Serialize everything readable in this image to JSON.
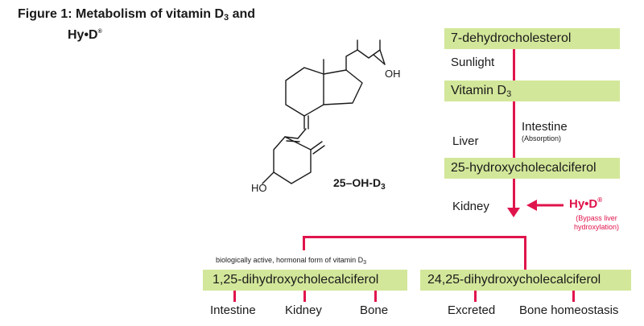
{
  "figure": {
    "title_line1": "Figure 1: Metabolism of vitamin D",
    "title_sub": "3",
    "title_and": " and",
    "title_line2": "Hy•D",
    "title_reg": "®"
  },
  "molecule": {
    "name": "25–OH-D",
    "name_sub": "3",
    "oh_label": "OH",
    "ho_label": "HO"
  },
  "pathway": {
    "box1": "7-dehydrocholesterol",
    "step1": "Sunlight",
    "box2": "Vitamin D",
    "box2_sub": "3",
    "step2_left": "Liver",
    "step2_right": "Intestine",
    "step2_right_note": "(Absorption)",
    "box3": "25-hydroxycholecalciferol",
    "step3": "Kidney",
    "hyd_name": "Hy•D",
    "hyd_reg": "®",
    "hyd_note": "(Bypass liver hydroxylation)"
  },
  "outputs": {
    "active_note": "biologically active, hormonal form of vitamin D",
    "active_note_sub": "3",
    "left_box": "1,25-dihydroxycholecalciferol",
    "right_box": "24,25-dihydroxycholecalciferol",
    "left_targets": [
      "Intestine",
      "Kidney",
      "Bone"
    ],
    "right_targets": [
      "Excreted",
      "Bone homeostasis"
    ]
  },
  "colors": {
    "box_fill": "#d3e79a",
    "arrow": "#e0144c",
    "text": "#1a1a1a"
  }
}
